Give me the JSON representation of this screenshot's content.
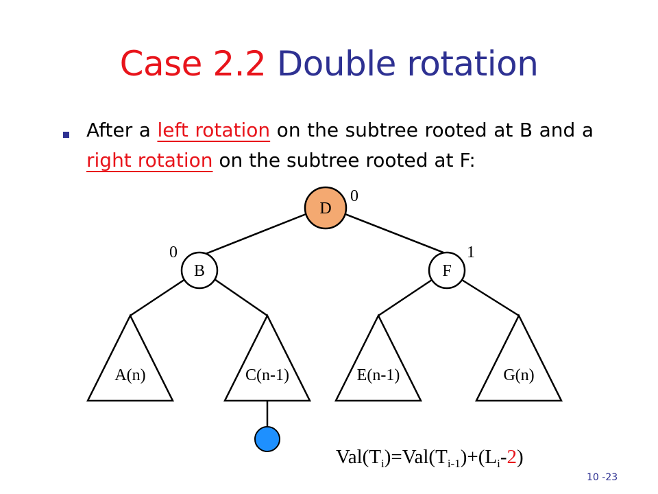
{
  "title": {
    "prefix": "Case 2.2",
    "main": "Double rotation"
  },
  "bullet": {
    "t1": "After a ",
    "h1": "left rotation",
    "t2": " on the subtree rooted at B and a ",
    "h2": "right rotation",
    "t3": " on the subtree rooted at F:"
  },
  "tree": {
    "nodes": {
      "root": "D",
      "left": "B",
      "right": "F"
    },
    "balance": {
      "root": "0",
      "left": "0",
      "right": "1"
    },
    "subtrees": [
      "A(n)",
      "C(n-1)",
      "E(n-1)",
      "G(n)"
    ]
  },
  "formula": {
    "p1": "Val(T",
    "s1": "i",
    "p2": ")=Val(T",
    "s2": "i-1",
    "p3": ")+(L",
    "s3": "i",
    "p4": "-",
    "p5": "2",
    "p6": ")"
  },
  "slide_number": "10 -23",
  "colors": {
    "title_red": "#e8141b",
    "title_blue": "#2e3192",
    "root_fill": "#f4a971",
    "leaf_fill": "#1e90ff"
  }
}
